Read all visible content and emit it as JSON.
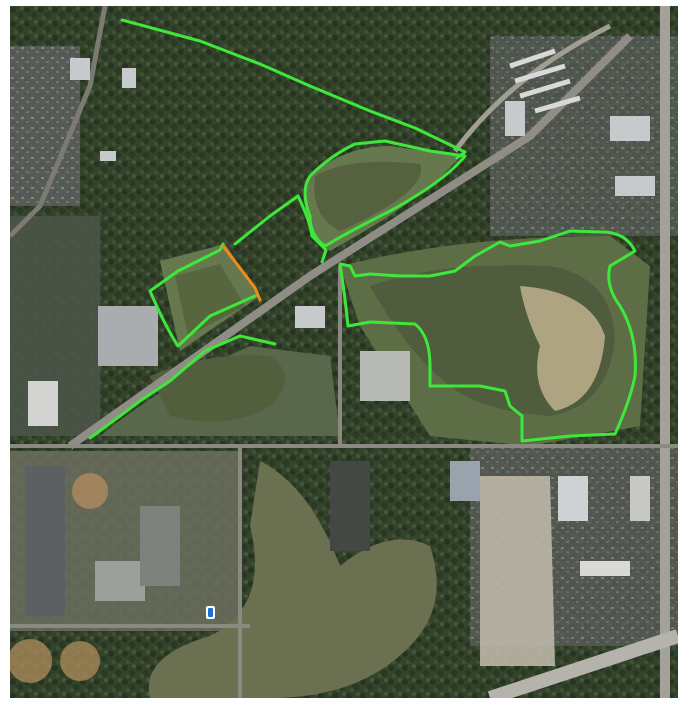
{
  "map": {
    "view": "satellite",
    "colors": {
      "trail": "#3ee83a",
      "highlight_segment": "#f08a1e",
      "vegetation": "#33452a",
      "grass": "#5f7047",
      "water": "#4d5a3c",
      "pond_sandy": "#b9ad8c",
      "road": "#9a988f",
      "building_roof": "#c9ccd0"
    },
    "icons": [
      "location-marker-icon"
    ],
    "trail_count": 5,
    "highlight_count": 1
  }
}
